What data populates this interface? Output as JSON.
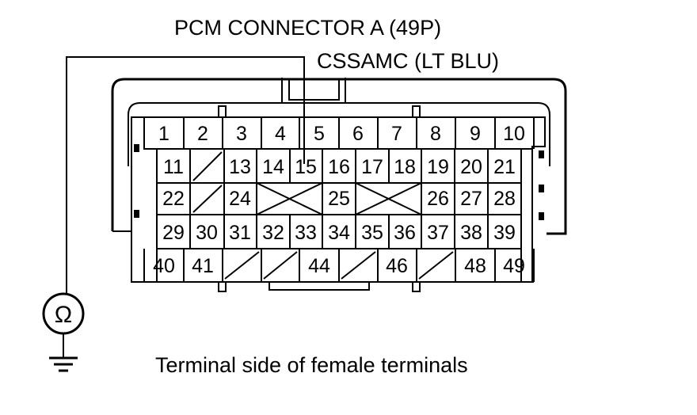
{
  "title": "PCM CONNECTOR A (49P)",
  "wire_label": "CSSAMC (LT BLU)",
  "caption": "Terminal side of female terminals",
  "meter_symbol": "Ω",
  "icons": [
    "ohmmeter-icon",
    "ground-icon"
  ],
  "rows": [
    [
      "1",
      "2",
      "3",
      "4",
      "5",
      "6",
      "7",
      "8",
      "9",
      "10"
    ],
    [
      "11",
      "",
      "13",
      "14",
      "15",
      "16",
      "17",
      "18",
      "19",
      "20",
      "21"
    ],
    [
      "22",
      "",
      "24",
      "",
      "25",
      "",
      "26",
      "27",
      "28"
    ],
    [
      "29",
      "30",
      "31",
      "32",
      "33",
      "34",
      "35",
      "36",
      "37",
      "38",
      "39"
    ],
    [
      "40",
      "41",
      "",
      "",
      "44",
      "",
      "46",
      "",
      "48",
      "49"
    ]
  ],
  "probe_terminal": "15"
}
